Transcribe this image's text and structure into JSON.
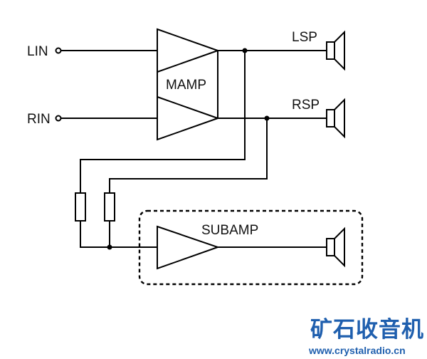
{
  "labels": {
    "lin": "LIN",
    "rin": "RIN",
    "mamp": "MAMP",
    "lsp": "LSP",
    "rsp": "RSP",
    "subamp": "SUBAMP"
  },
  "watermark": {
    "name": "矿石收音机",
    "url": "www.crystalradio.cn"
  },
  "colors": {
    "line": "#000000",
    "watermark": "#1f5fae"
  }
}
